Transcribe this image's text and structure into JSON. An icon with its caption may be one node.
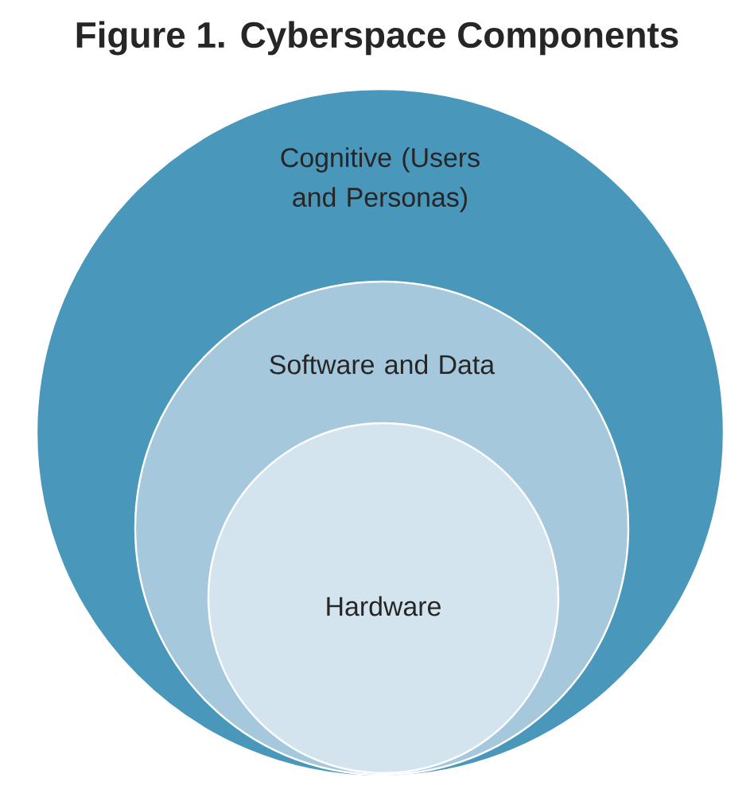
{
  "diagram": {
    "title": "Figure 1. Cyberspace Components",
    "nodes": [
      {
        "text": [
          "Cognitive (Users and Personas)"
        ]
      },
      {
        "text": [
          "Software and Data"
        ],
        "in": 0
      },
      {
        "text": [
          "Hardware"
        ],
        "in": 1
      }
    ]
  }
}
